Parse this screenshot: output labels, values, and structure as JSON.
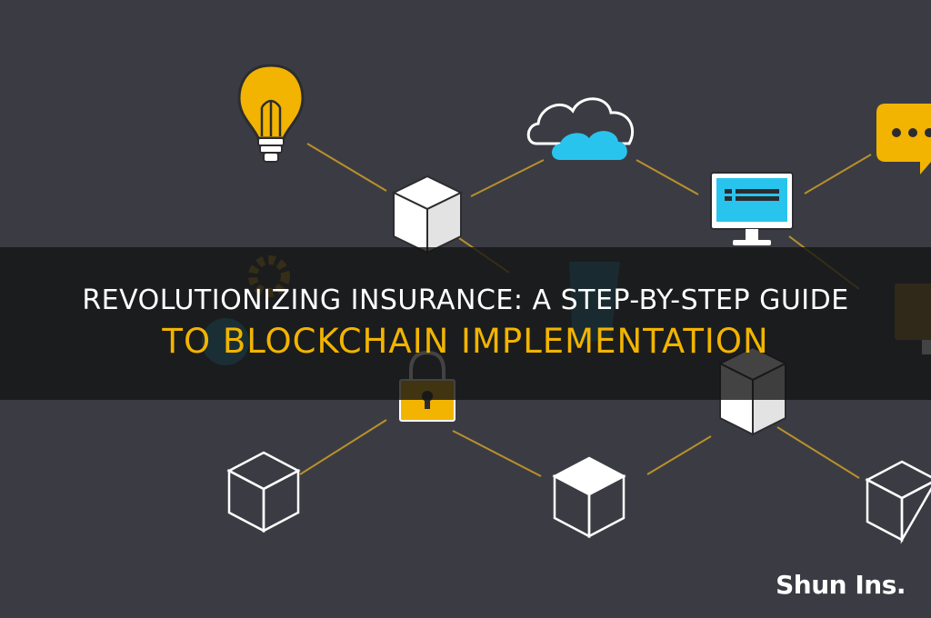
{
  "title": {
    "line1": "REVOLUTIONIZING INSURANCE: A STEP-BY-STEP GUIDE",
    "line2": "TO BLOCKCHAIN IMPLEMENTATION"
  },
  "brand": {
    "text": "Shun Ins."
  },
  "colors": {
    "background": "#3b3c43",
    "accent_yellow": "#f2b400",
    "accent_blue": "#29c4ee",
    "connector": "#b9902c",
    "cube_face": "#ffffff",
    "band": "#141414"
  },
  "icons": [
    "lightbulb-icon",
    "cloud-icon",
    "monitor-icon",
    "chat-bubble-icon",
    "gear-icon",
    "padlock-icon",
    "cube-icon"
  ]
}
